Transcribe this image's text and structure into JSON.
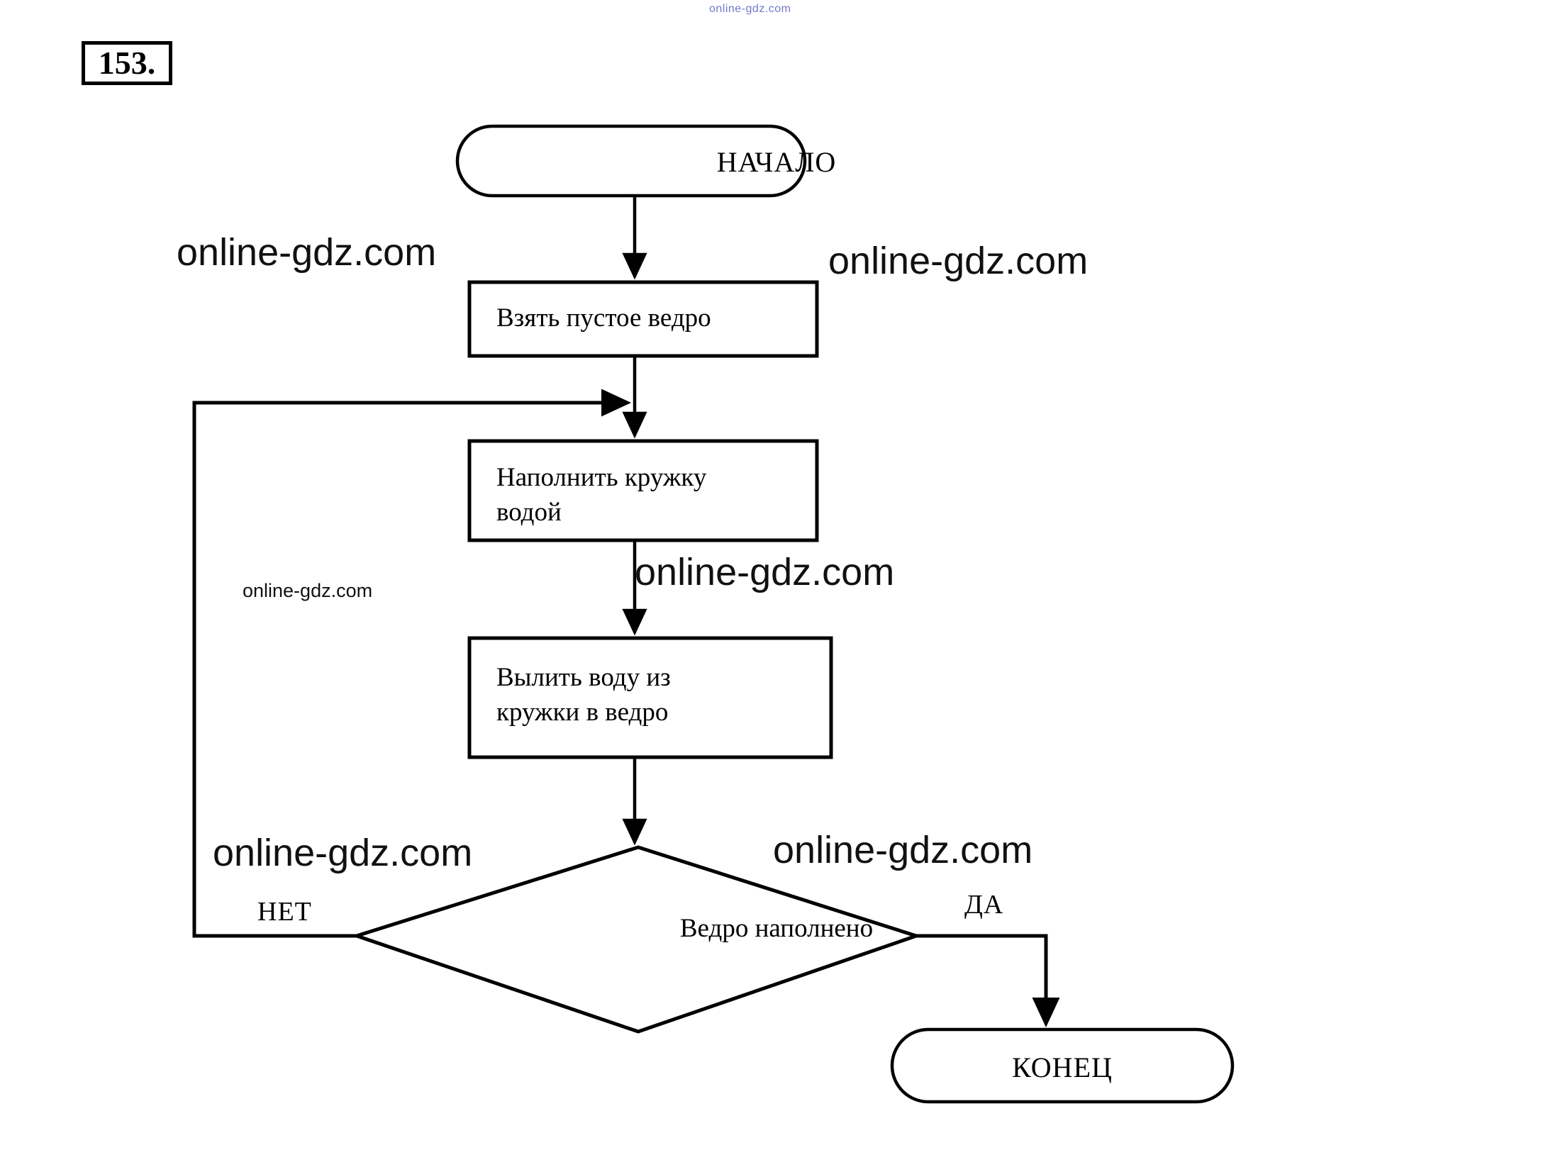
{
  "page": {
    "exercise_number": "153.",
    "background_color": "#ffffff",
    "stroke_color": "#000000"
  },
  "flowchart": {
    "title": "",
    "nodes": [
      {
        "id": "start",
        "type": "terminator",
        "label": "НАЧАЛО"
      },
      {
        "id": "take",
        "type": "process",
        "label": "Взять пустое ведро"
      },
      {
        "id": "fill",
        "type": "process",
        "label": "Наполнить кружку\nводой"
      },
      {
        "id": "pour",
        "type": "process",
        "label": "Вылить воду из\nкружки в ведро"
      },
      {
        "id": "check",
        "type": "decision",
        "label": "Ведро наполнено"
      },
      {
        "id": "end",
        "type": "terminator",
        "label": "КОНЕЦ"
      }
    ],
    "branch_labels": {
      "no": "НЕТ",
      "yes": "ДА"
    },
    "edges": [
      {
        "from": "start",
        "to": "take",
        "label": ""
      },
      {
        "from": "take",
        "to": "fill",
        "label": ""
      },
      {
        "from": "fill",
        "to": "pour",
        "label": ""
      },
      {
        "from": "pour",
        "to": "check",
        "label": ""
      },
      {
        "from": "check",
        "to": "fill",
        "label": "НЕТ"
      },
      {
        "from": "check",
        "to": "end",
        "label": "ДА"
      }
    ]
  },
  "watermarks": {
    "tiny_top": "online-gdz.com",
    "left_upper": "online-gdz.com",
    "right_upper": "online-gdz.com",
    "middle_small": "online-gdz.com",
    "middle_large": "online-gdz.com",
    "left_lower": "online-gdz.com",
    "right_lower": "online-gdz.com"
  }
}
